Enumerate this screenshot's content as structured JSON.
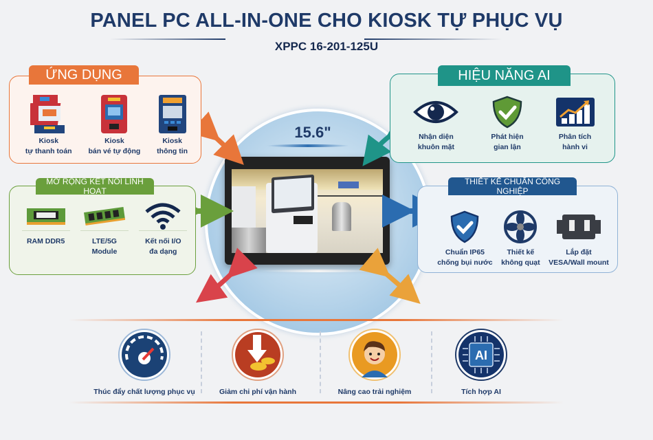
{
  "header": {
    "title": "PANEL PC ALL-IN-ONE CHO KIOSK TỰ PHỤC VỤ",
    "model": "XPPC 16-201-125U"
  },
  "center": {
    "screen_size": "15.6\"",
    "screen_scene": "kiosk-self-service-airport-photo"
  },
  "applications": {
    "title": "ỨNG DỤNG",
    "accent": "#e8763a",
    "items": [
      {
        "icon": "payment-kiosk-icon",
        "line1": "Kiosk",
        "line2": "tự thanh toán"
      },
      {
        "icon": "ticket-kiosk-icon",
        "line1": "Kiosk",
        "line2": "bán vé tự động"
      },
      {
        "icon": "info-kiosk-icon",
        "line1": "Kiosk",
        "line2": "thông tin"
      }
    ]
  },
  "ai_performance": {
    "title": "HIỆU NĂNG AI",
    "accent": "#1f9488",
    "items": [
      {
        "icon": "eye-icon",
        "line1": "Nhận diện",
        "line2": "khuôn mặt"
      },
      {
        "icon": "shield-check-icon",
        "line1": "Phát hiện",
        "line2": "gian lận"
      },
      {
        "icon": "chart-growth-icon",
        "line1": "Phân tích",
        "line2": "hành vi"
      }
    ]
  },
  "connectivity": {
    "title": "MỞ RỘNG KẾT NỐI LINH HOẠT",
    "accent": "#6a9f3c",
    "items": [
      {
        "icon": "ram-icon",
        "line1": "RAM DDR5",
        "line2": ""
      },
      {
        "icon": "lte-module-icon",
        "line1": "LTE/5G",
        "line2": "Module"
      },
      {
        "icon": "wifi-icon",
        "line1": "Kết nối I/O",
        "line2": "đa dạng"
      }
    ]
  },
  "industrial": {
    "title": "THIẾT KẾ CHUẨN CÔNG NGHIỆP",
    "accent": "#2b6cb0",
    "items": [
      {
        "icon": "ip65-shield-icon",
        "line1": "Chuẩn IP65",
        "line2": "chống bụi nước"
      },
      {
        "icon": "fan-icon",
        "line1": "Thiết kế",
        "line2": "không quạt"
      },
      {
        "icon": "vesa-mount-icon",
        "line1": "Lắp đặt",
        "line2": "VESA/Wall mount"
      }
    ]
  },
  "benefits": [
    {
      "icon": "speedometer-icon",
      "label": "Thúc đẩy chất lượng phục vụ"
    },
    {
      "icon": "cost-down-coins-icon",
      "label": "Giảm chi phí vận hành"
    },
    {
      "icon": "happy-user-icon",
      "label": "Nâng cao trải nghiệm"
    },
    {
      "icon": "ai-chip-icon",
      "label": "Tích hợp AI"
    }
  ]
}
